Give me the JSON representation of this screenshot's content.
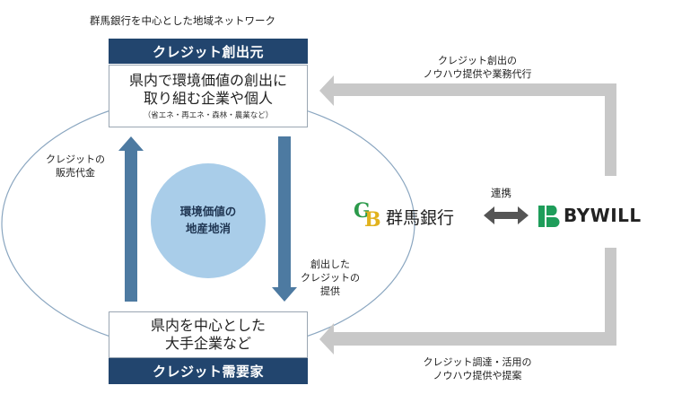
{
  "top_caption": "群馬銀行を中心とした地域ネットワーク",
  "creator": {
    "banner": "クレジット創出元",
    "line1": "県内で環境価値の創出に",
    "line2": "取り組む企業や個人",
    "note": "（省エネ・再エネ・森林・農業など）"
  },
  "demander": {
    "line1": "県内を中心とした",
    "line2": "大手企業など",
    "banner": "クレジット需要家"
  },
  "left_label": {
    "line1": "クレジットの",
    "line2": "販売代金"
  },
  "down_label": {
    "line1": "創出した",
    "line2": "クレジットの",
    "line3": "提供"
  },
  "circle": {
    "line1": "環境価値の",
    "line2": "地産地消"
  },
  "top_right_label": {
    "line1": "クレジット創出の",
    "line2": "ノウハウ提供や業務代行"
  },
  "bottom_right_label": {
    "line1": "クレジット調達・活用の",
    "line2": "ノウハウ提供や提案"
  },
  "gunma": {
    "logo_letters": "GB",
    "name": "群馬銀行"
  },
  "link_label": "連携",
  "bywill": {
    "name": "BYWILL"
  },
  "colors": {
    "banner": "#22456e",
    "arrow_blue": "#4d7aa1",
    "circle": "#a9cde9",
    "ellipse": "#8aa6c0",
    "gray_arrow": "#c8c8c8",
    "logo_green": "#2c9a4b",
    "logo_yellow": "#e1b21d",
    "bywill_green": "#1e9d5a"
  },
  "icons": [
    "double-arrow-icon",
    "gb-logo-icon",
    "bywill-logo-icon"
  ]
}
